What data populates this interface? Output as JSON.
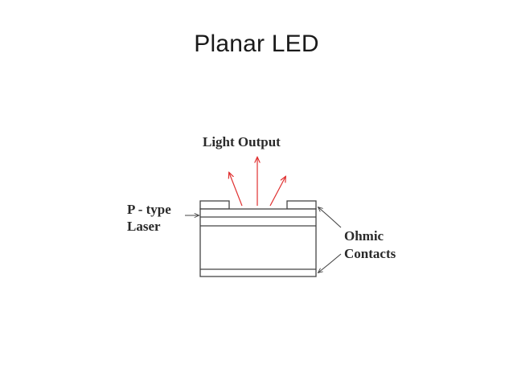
{
  "slide": {
    "title": "Planar LED"
  },
  "diagram": {
    "labels": {
      "light_output": "Light Output",
      "p_type_line1": "P - type",
      "p_type_line2": "Laser",
      "ohmic_line1": "Ohmic",
      "ohmic_line2": "Contacts"
    },
    "colors": {
      "arrow": "#e03030",
      "outline": "#444444",
      "text": "#2a2a2a"
    }
  }
}
